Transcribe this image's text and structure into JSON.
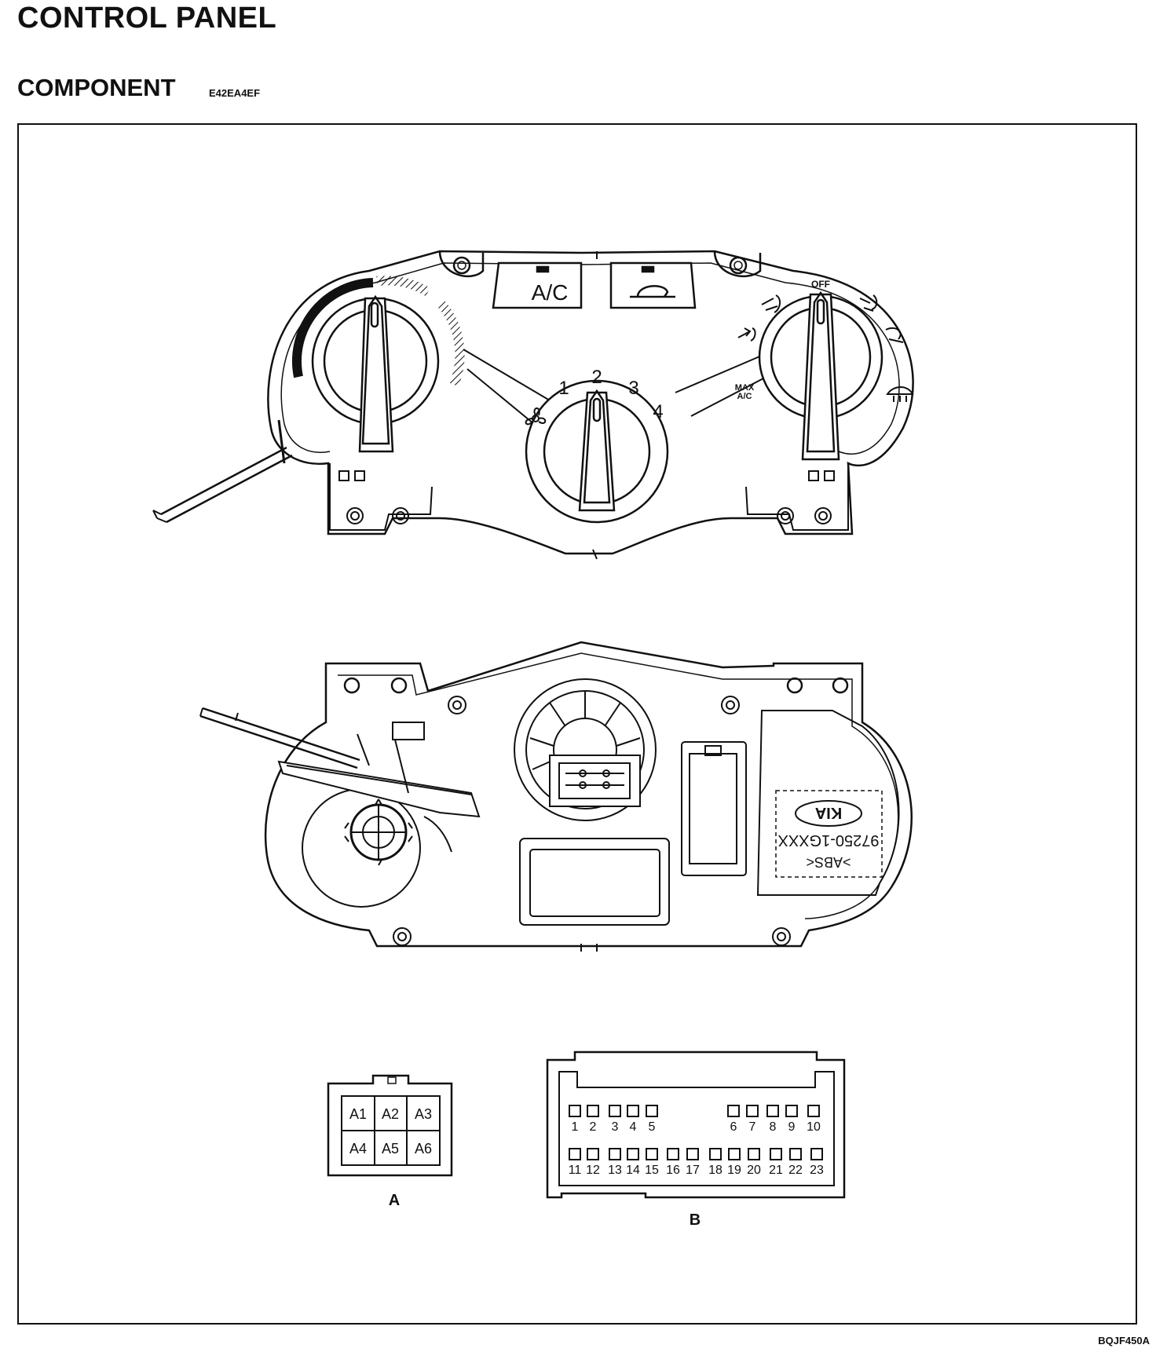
{
  "header": {
    "title": "CONTROL PANEL",
    "section": "COMPONENT",
    "code": "E42EA4EF"
  },
  "front_panel": {
    "ac_button_label": "A/C",
    "fan_speeds": [
      "1",
      "2",
      "3",
      "4"
    ],
    "mode_labels": {
      "off": "OFF",
      "max_ac": "MAX\nA/C"
    }
  },
  "rear_panel": {
    "label_part_number": "97250-1GXXX",
    "label_material": ">ABS<",
    "label_brand": "KIA"
  },
  "connector_a": {
    "caption": "A",
    "pins": [
      "A1",
      "A2",
      "A3",
      "A4",
      "A5",
      "A6"
    ]
  },
  "connector_b": {
    "caption": "B",
    "top_row": [
      "1",
      "2",
      "3",
      "4",
      "5",
      "6",
      "7",
      "8",
      "9",
      "10"
    ],
    "bottom_row": [
      "11",
      "12",
      "13",
      "14",
      "15",
      "16",
      "17",
      "18",
      "19",
      "20",
      "21",
      "22",
      "23"
    ]
  },
  "footer": {
    "figure_id": "BQJF450A"
  }
}
